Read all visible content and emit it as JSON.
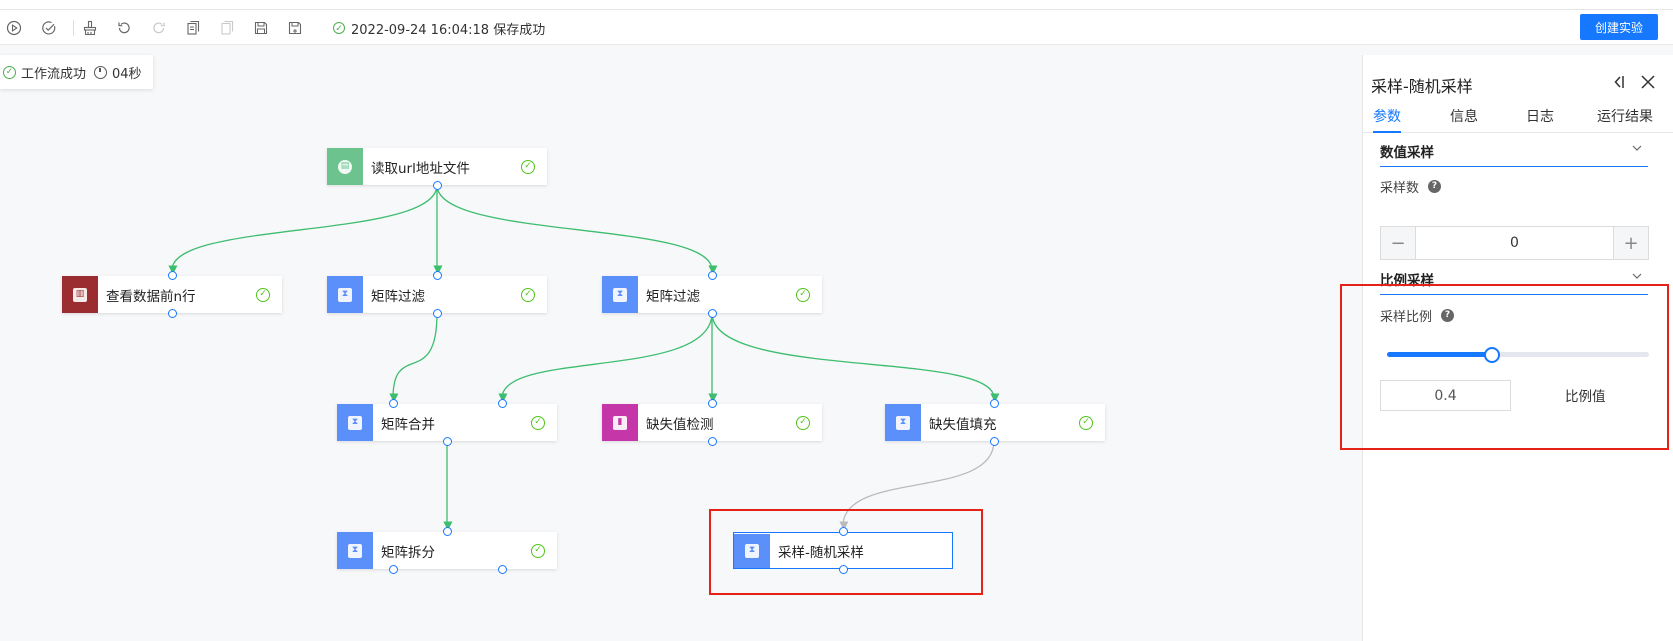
{
  "toolbar": {
    "save_status": "2022-09-24 16:04:18 保存成功",
    "create_label": "创建实验"
  },
  "workflow_status": {
    "text": "工作流成功",
    "duration": "04秒"
  },
  "nodes": [
    {
      "id": "read",
      "label": "读取url地址文件",
      "icon": "table-icon",
      "color": "#6cc38e",
      "status": "success"
    },
    {
      "id": "view",
      "label": "查看数据前n行",
      "icon": "data-view-icon",
      "color": "#9b2c2f",
      "status": "success"
    },
    {
      "id": "filter1",
      "label": "矩阵过滤",
      "icon": "hourglass-icon",
      "color": "#5b8ff9",
      "status": "success"
    },
    {
      "id": "filter2",
      "label": "矩阵过滤",
      "icon": "hourglass-icon",
      "color": "#5b8ff9",
      "status": "success"
    },
    {
      "id": "merge",
      "label": "矩阵合并",
      "icon": "hourglass-icon",
      "color": "#5b8ff9",
      "status": "success"
    },
    {
      "id": "missing_detect",
      "label": "缺失值检测",
      "icon": "bar-chart-icon",
      "color": "#c537a8",
      "status": "success"
    },
    {
      "id": "missing_fill",
      "label": "缺失值填充",
      "icon": "hourglass-icon",
      "color": "#5b8ff9",
      "status": "success"
    },
    {
      "id": "split",
      "label": "矩阵拆分",
      "icon": "hourglass-icon",
      "color": "#5b8ff9",
      "status": "success"
    },
    {
      "id": "sample",
      "label": "采样-随机采样",
      "icon": "hourglass-icon",
      "color": "#5b8ff9",
      "status": "selected"
    }
  ],
  "panel": {
    "title": "采样-随机采样",
    "tabs": [
      "参数",
      "信息",
      "日志",
      "运行结果"
    ],
    "active_tab": 0,
    "section_count": {
      "title": "数值采样",
      "field_label": "采样数",
      "value": "0"
    },
    "section_ratio": {
      "title": "比例采样",
      "field_label": "采样比例",
      "slider_fraction": 0.4,
      "value": "0.4",
      "value_label": "比例值"
    }
  },
  "colors": {
    "accent": "#1677ff",
    "success": "#52c41a",
    "edge_done": "#3dbd6e",
    "edge_pending": "#bbbbbb",
    "highlight": "#e62117"
  }
}
